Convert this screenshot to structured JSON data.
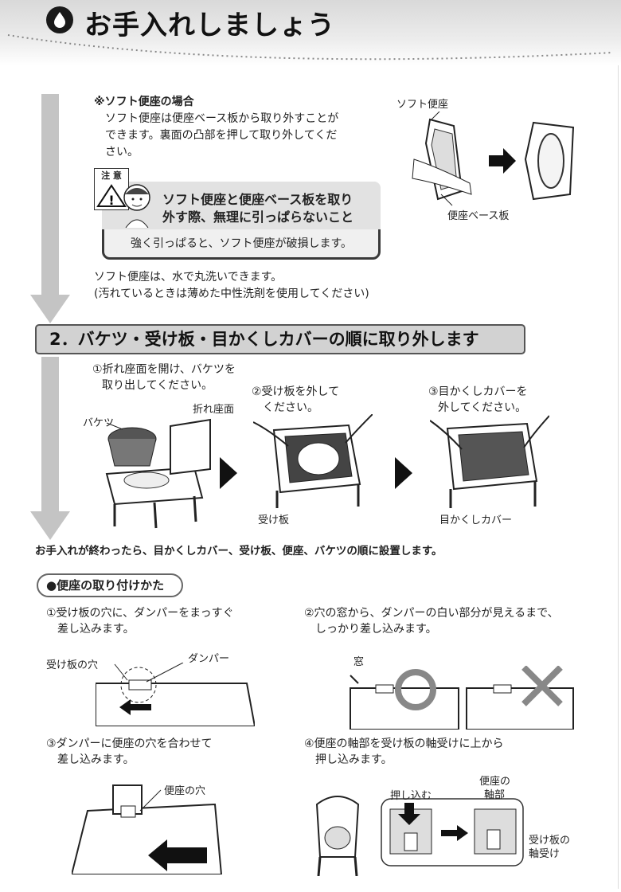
{
  "header": {
    "title": "お手入れしましょう"
  },
  "soft_seat": {
    "heading": "※ソフト便座の場合",
    "body_lines": [
      "ソフト便座は便座ベース板から取り外すことが",
      "できます。裏面の凸部を押して取り外してくだ",
      "さい。"
    ],
    "figure_label_top": "ソフト便座",
    "figure_label_bottom": "便座ベース板",
    "caution": {
      "tag": "注 意",
      "headline_lines": [
        "ソフト便座と便座ベース板を取り",
        "外す際、無理に引っぱらないこと"
      ],
      "detail": "強く引っぱると、ソフト便座が破損します。"
    },
    "wash_lines": [
      "ソフト便座は、水で丸洗いできます。",
      "(汚れているときは薄めた中性洗剤を使用してください)"
    ]
  },
  "section2": {
    "title": "2．バケツ・受け板・目かくしカバーの順に取り外します",
    "steps": [
      {
        "text_lines": [
          "①折れ座面を開け、バケツを",
          "取り出してください。"
        ],
        "labels": [
          "バケツ",
          "折れ座面"
        ]
      },
      {
        "text_lines": [
          "②受け板を外して",
          "ください。"
        ],
        "labels": [
          "受け板"
        ]
      },
      {
        "text_lines": [
          "③目かくしカバーを",
          "外してください。"
        ],
        "labels": [
          "目かくしカバー"
        ]
      }
    ],
    "after_note": "お手入れが終わったら、目かくしカバー、受け板、便座、バケツの順に設置します。"
  },
  "seat_install": {
    "title": "●便座の取り付けかた",
    "steps": [
      {
        "text_lines": [
          "①受け板の穴に、ダンパーをまっすぐ",
          "差し込みます。"
        ],
        "labels": [
          "受け板の穴",
          "ダンパー"
        ]
      },
      {
        "text_lines": [
          "②穴の窓から、ダンパーの白い部分が見えるまで、",
          "しっかり差し込みます。"
        ],
        "labels": [
          "窓"
        ]
      },
      {
        "text_lines": [
          "③ダンパーに便座の穴を合わせて",
          "差し込みます。"
        ],
        "labels": [
          "便座の穴"
        ]
      },
      {
        "text_lines": [
          "④便座の軸部を受け板の軸受けに上から",
          "押し込みます。"
        ],
        "labels": [
          "押し込む",
          "便座の",
          "軸部",
          "受け板の",
          "軸受け"
        ]
      }
    ]
  },
  "colors": {
    "accent_gray": "#d2d2d2",
    "ink": "#222222",
    "flow_arrow": "#c4c4c4"
  }
}
